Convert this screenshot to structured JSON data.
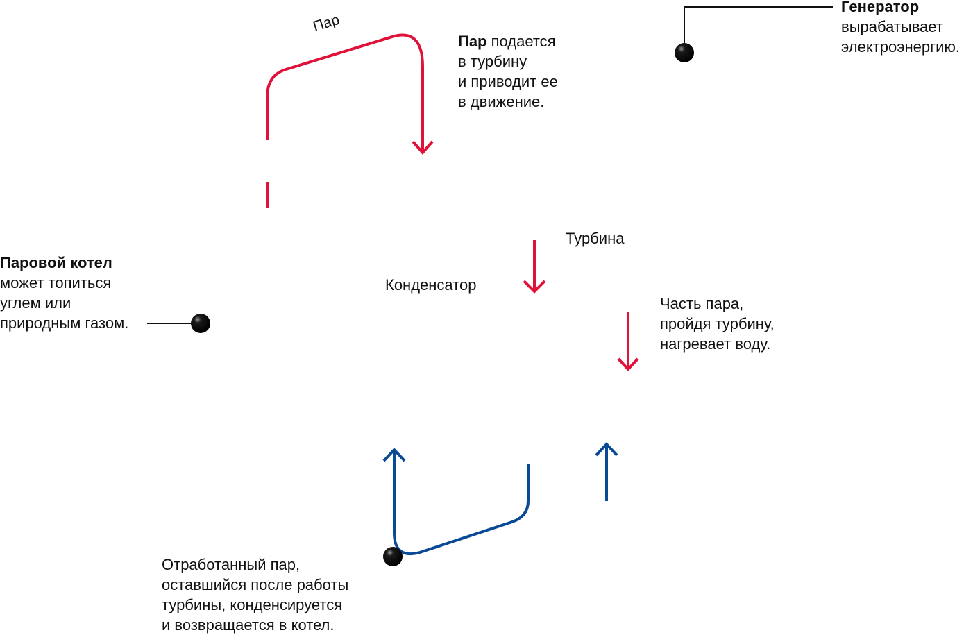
{
  "labels": {
    "steam_top": "Пар",
    "turbine": "Турбина",
    "condenser": "Конденсатор"
  },
  "callouts": {
    "steam": {
      "bold": "Пар",
      "rest": " подается",
      "line2": "в турбину",
      "line3": "и приводит ее",
      "line4": "в движение."
    },
    "generator": {
      "bold": "Генератор",
      "line2": "вырабатывает",
      "line3": "электроэнергию."
    },
    "boiler": {
      "bold": "Паровой котел",
      "line2": "может топиться",
      "line3": "углем или",
      "line4": "природным газом."
    },
    "partial_steam": {
      "line1": "Часть пара,",
      "line2": "пройдя турбину,",
      "line3": "нагревает воду."
    },
    "exhaust": {
      "line1": "Отработанный пар,",
      "line2": "оставшийся после работы",
      "line3": "турбины, конденсируется",
      "line4": "и возвращается в котел."
    }
  },
  "colors": {
    "steam": "#e0123a",
    "water": "#0a4a94",
    "text": "#111111",
    "marker": "#0d0d0d"
  },
  "icons": {
    "marker": "black-dot-marker"
  }
}
